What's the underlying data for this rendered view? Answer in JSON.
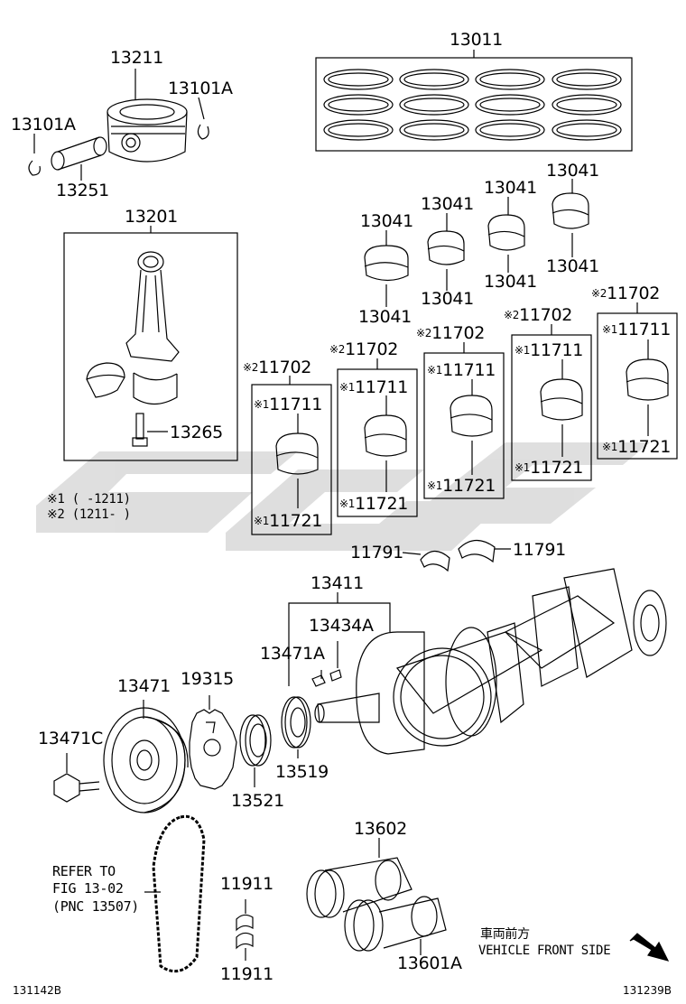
{
  "labels": {
    "p13011": "13011",
    "p13211": "13211",
    "p13101a_r": "13101A",
    "p13101a_l": "13101A",
    "p13251": "13251",
    "p13201": "13201",
    "p13265": "13265",
    "p13041_a": "13041",
    "p13041_b": "13041",
    "p13041_c": "13041",
    "p13041_d": "13041",
    "p13041_e": "13041",
    "p13041_f": "13041",
    "p13041_g": "13041",
    "p13041_h": "13041",
    "p11702_1": "11702",
    "p11702_2": "11702",
    "p11702_3": "11702",
    "p11702_4": "11702",
    "p11702_5": "11702",
    "p11711_1": "11711",
    "p11711_2": "11711",
    "p11711_3": "11711",
    "p11711_4": "11711",
    "p11711_5": "11711",
    "p11721_1": "11721",
    "p11721_2": "11721",
    "p11721_3": "11721",
    "p11721_4": "11721",
    "p11721_5": "11721",
    "p11791_l": "11791",
    "p11791_r": "11791",
    "p13411": "13411",
    "p13434a": "13434A",
    "p13471a": "13471A",
    "p13471": "13471",
    "p19315": "19315",
    "p13471c": "13471C",
    "p13521": "13521",
    "p13519": "13519",
    "p13602": "13602",
    "p11911_t": "11911",
    "p11911_b": "11911",
    "p13601a": "13601A"
  },
  "marks": {
    "m1": "※1",
    "m2": "※2"
  },
  "notes": {
    "note1": "※1 (     -1211)",
    "note2": "※2 (1211-     )"
  },
  "refer": {
    "line1": "REFER TO",
    "line2": "FIG 13-02",
    "line3": "(PNC 13507)"
  },
  "direction": {
    "jp": "車両前方",
    "en": "VEHICLE FRONT SIDE"
  },
  "codes": {
    "left": "131142B",
    "right": "131239B"
  },
  "colors": {
    "line": "#000000",
    "watermark": "#d9d9d9"
  }
}
